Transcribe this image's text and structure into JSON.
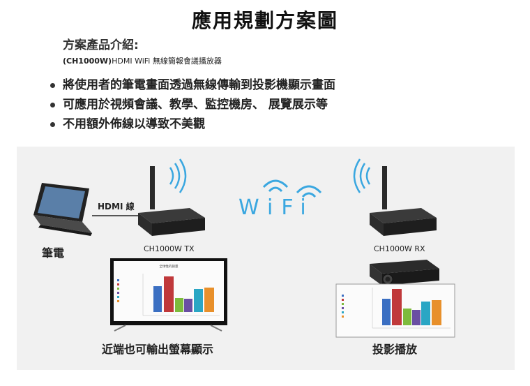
{
  "title": "應用規劃方案圖",
  "intro": {
    "heading": "方案產品介紹:",
    "model_prefix": "(CH1000W)",
    "model_desc": "HDMI WiFi 無線簡報會議播放器"
  },
  "bullets": [
    "將使用者的筆電畫面透過無線傳輸到投影機顯示畫面",
    "可應用於視頻會議、教學、監控機房、 展覽展示等",
    "不用額外佈線以導致不美觀"
  ],
  "diagram": {
    "laptop_label": "筆電",
    "cable_label": "HDMI 線",
    "tx_label": "CH1000W TX",
    "rx_label": "CH1000W RX",
    "wifi_label": "WiFi",
    "tv_label": "近端也可輸出螢幕顯示",
    "projector_label": "投影播放",
    "tv_chart_title": "全球性的銷量"
  },
  "colors": {
    "wifi_blue": "#3aa7e0",
    "device_dark": "#2a2a2a",
    "bar_blue": "#3b6fc2",
    "bar_red": "#c0393b",
    "bar_green": "#7dbb3c",
    "bar_purple": "#6a4fa3",
    "bar_cyan": "#2aa6c4",
    "bar_orange": "#e8902b"
  }
}
